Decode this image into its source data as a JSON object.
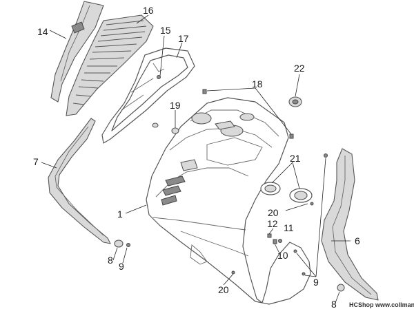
{
  "callouts": {
    "c1": "1",
    "c6": "6",
    "c7": "7",
    "c8a": "8",
    "c8b": "8",
    "c9a": "9",
    "c9b": "9",
    "c10": "10",
    "c11": "11",
    "c12": "12",
    "c14": "14",
    "c15": "15",
    "c16": "16",
    "c17": "17",
    "c18": "18",
    "c19": "19",
    "c20a": "20",
    "c20b": "20",
    "c21": "21",
    "c22": "22"
  },
  "watermark": "HCShop www.collmann.eu"
}
